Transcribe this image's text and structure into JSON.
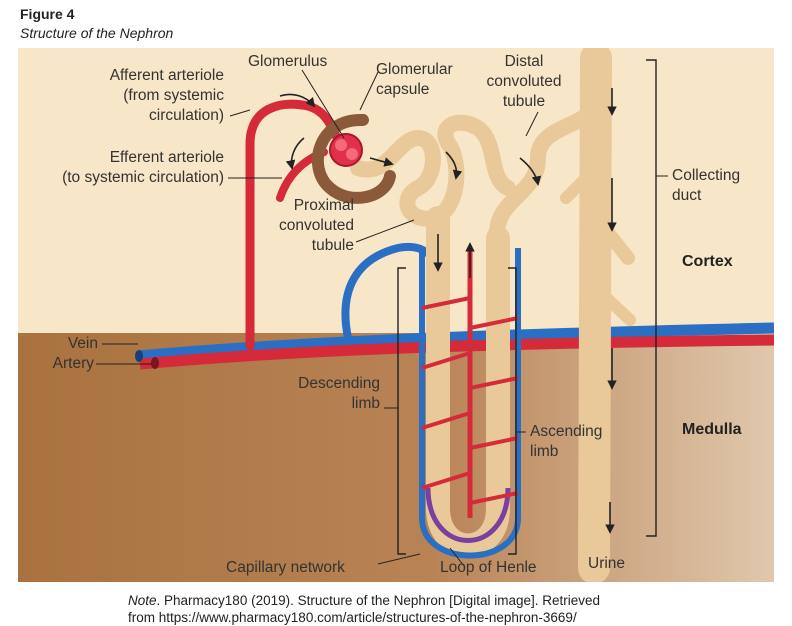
{
  "figure": {
    "label": "Figure 4",
    "title": "Structure of the Nephron"
  },
  "labels": {
    "afferent_1": "Afferent arteriole",
    "afferent_2": "(from systemic",
    "afferent_3": "circulation)",
    "efferent_1": "Efferent arteriole",
    "efferent_2": "(to systemic circulation)",
    "glomerulus": "Glomerulus",
    "capsule_1": "Glomerular",
    "capsule_2": "capsule",
    "distal_1": "Distal",
    "distal_2": "convoluted",
    "distal_3": "tubule",
    "proximal_1": "Proximal",
    "proximal_2": "convoluted",
    "proximal_3": "tubule",
    "collecting_1": "Collecting",
    "collecting_2": "duct",
    "cortex": "Cortex",
    "medulla": "Medulla",
    "vein": "Vein",
    "artery": "Artery",
    "descending_1": "Descending",
    "descending_2": "limb",
    "ascending_1": "Ascending",
    "ascending_2": "limb",
    "capillary": "Capillary network",
    "loop": "Loop of Henle",
    "urine": "Urine"
  },
  "note": {
    "prefix": "Note",
    "line1": ". Pharmacy180 (2019). Structure of the Nephron [Digital image]. Retrieved",
    "line2": "from https://www.pharmacy180.com/article/structures-of-the-nephron-3669/"
  },
  "colors": {
    "cortex": "#f8e6c8",
    "medulla": "#b07a4c",
    "artery": "#d42a3a",
    "vein": "#2a6fc4",
    "tubule": "#e9c99a",
    "tubule_edge": "#b8916a",
    "loop": "#7a3fa0"
  }
}
